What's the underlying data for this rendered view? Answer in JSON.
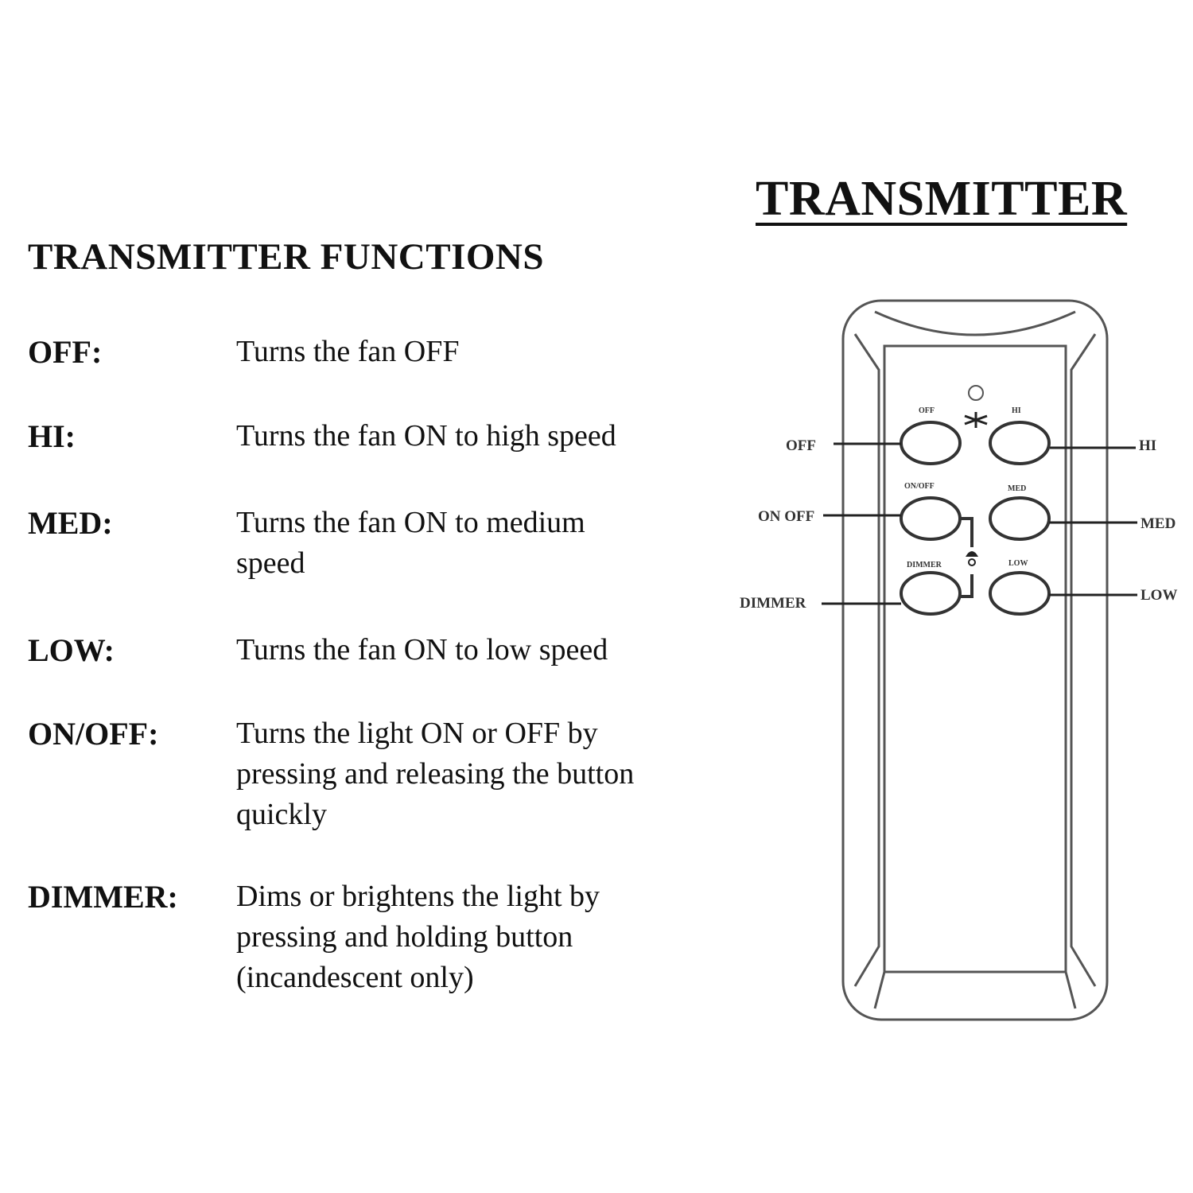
{
  "heading": "TRANSMITTER FUNCTIONS",
  "diagram_title": "TRANSMITTER",
  "functions": [
    {
      "label": "OFF:",
      "description": "Turns the fan OFF"
    },
    {
      "label": "HI:",
      "description": "Turns the fan ON to high speed"
    },
    {
      "label": "MED:",
      "description": "Turns the fan ON to medium speed"
    },
    {
      "label": "LOW:",
      "description": "Turns the fan ON to low speed"
    },
    {
      "label": "ON/OFF:",
      "description": "Turns the light ON or OFF by pressing and releasing the button quickly"
    },
    {
      "label": "DIMMER:",
      "description": "Dims or brightens the light by pressing and holding button (incandescent only)"
    }
  ],
  "remote": {
    "callouts": {
      "off": "OFF",
      "hi": "HI",
      "on_off": "ON OFF",
      "med": "MED",
      "dimmer": "DIMMER",
      "low": "LOW"
    },
    "button_labels": {
      "off": "OFF",
      "hi": "HI",
      "on_off": "ON/OFF",
      "med": "MED",
      "dimmer": "DIMMER",
      "low": "LOW"
    }
  }
}
